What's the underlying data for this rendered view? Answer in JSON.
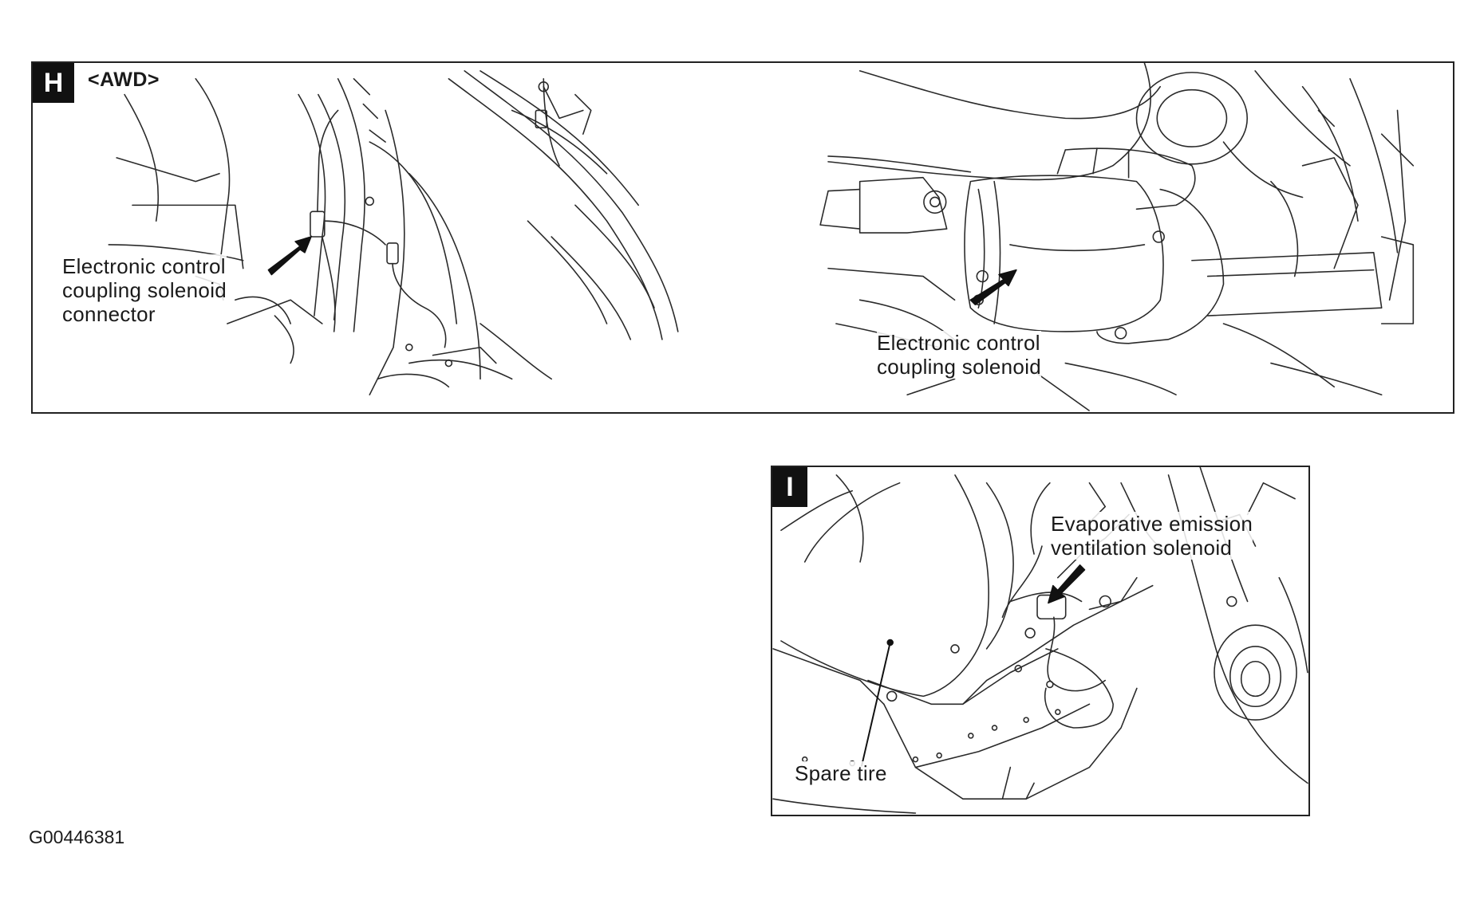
{
  "panel_h": {
    "letter": "H",
    "tag": "<AWD>",
    "callout_left": [
      "Electronic control",
      "coupling solenoid",
      "connector"
    ],
    "callout_right": [
      "Electronic control",
      "coupling solenoid"
    ]
  },
  "panel_i": {
    "letter": "I",
    "callout_top": [
      "Evaporative emission",
      "ventilation solenoid"
    ],
    "callout_bottom": "Spare tire"
  },
  "figure_id": "G00446381"
}
